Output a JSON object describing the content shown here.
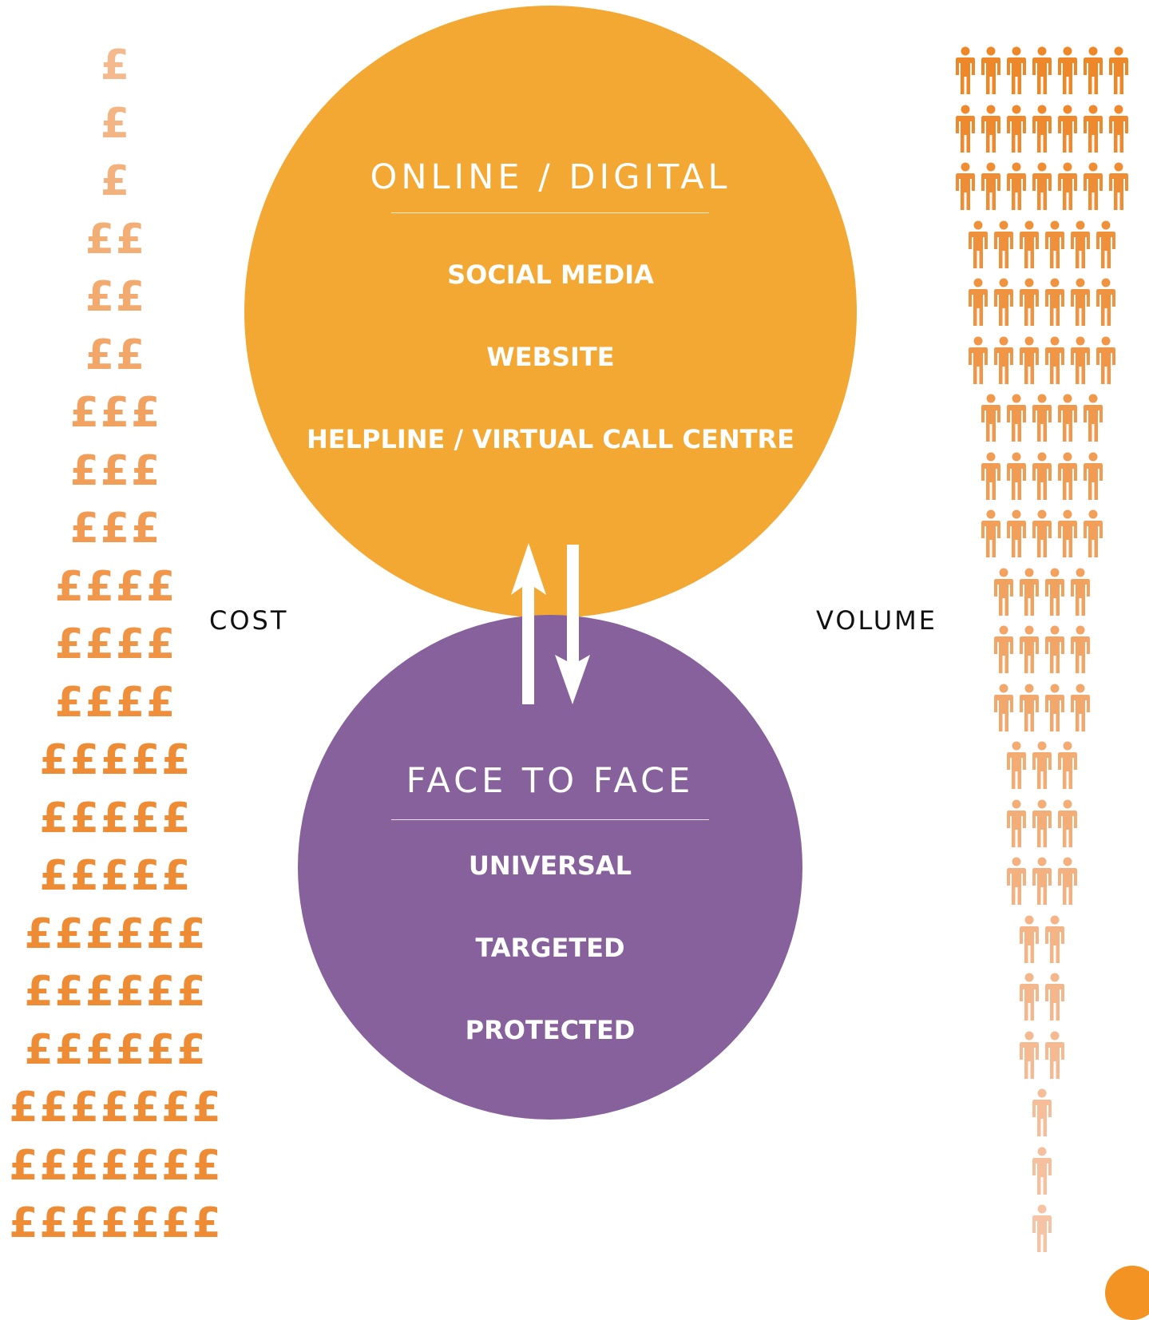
{
  "cost_label": "COST",
  "volume_label": "VOLUME",
  "colors": {
    "online_circle": "#f2a833",
    "face_circle": "#87619c",
    "pound_light": "#f4b98c",
    "pound_dark": "#ee8b35",
    "people_dark": "#ee8727",
    "people_light": "#f6c3a4",
    "corner_dot": "#f39323"
  },
  "icons": {
    "pound_sign": "£",
    "person": "person-icon"
  },
  "cost_rows": [
    {
      "text": "£"
    },
    {
      "text": "£"
    },
    {
      "text": "£"
    },
    {
      "text": "££"
    },
    {
      "text": "££"
    },
    {
      "text": "££"
    },
    {
      "text": "£££"
    },
    {
      "text": "£££"
    },
    {
      "text": "£££"
    },
    {
      "text": "££££"
    },
    {
      "text": "££££"
    },
    {
      "text": "££££"
    },
    {
      "text": "£££££"
    },
    {
      "text": "£££££"
    },
    {
      "text": "£££££"
    },
    {
      "text": "££££££"
    },
    {
      "text": "££££££"
    },
    {
      "text": "££££££"
    },
    {
      "text": "£££££££"
    },
    {
      "text": "£££££££"
    },
    {
      "text": "£££££££"
    }
  ],
  "volume_rows": [
    7,
    7,
    7,
    6,
    6,
    6,
    5,
    5,
    5,
    4,
    4,
    4,
    3,
    3,
    3,
    2,
    2,
    2,
    1,
    1,
    1
  ],
  "online": {
    "title": "ONLINE / DIGITAL",
    "items": [
      "SOCIAL MEDIA",
      "WEBSITE",
      "HELPLINE / VIRTUAL CALL CENTRE"
    ]
  },
  "face": {
    "title": "FACE TO FACE",
    "items": [
      "UNIVERSAL",
      "TARGETED",
      "PROTECTED"
    ]
  }
}
